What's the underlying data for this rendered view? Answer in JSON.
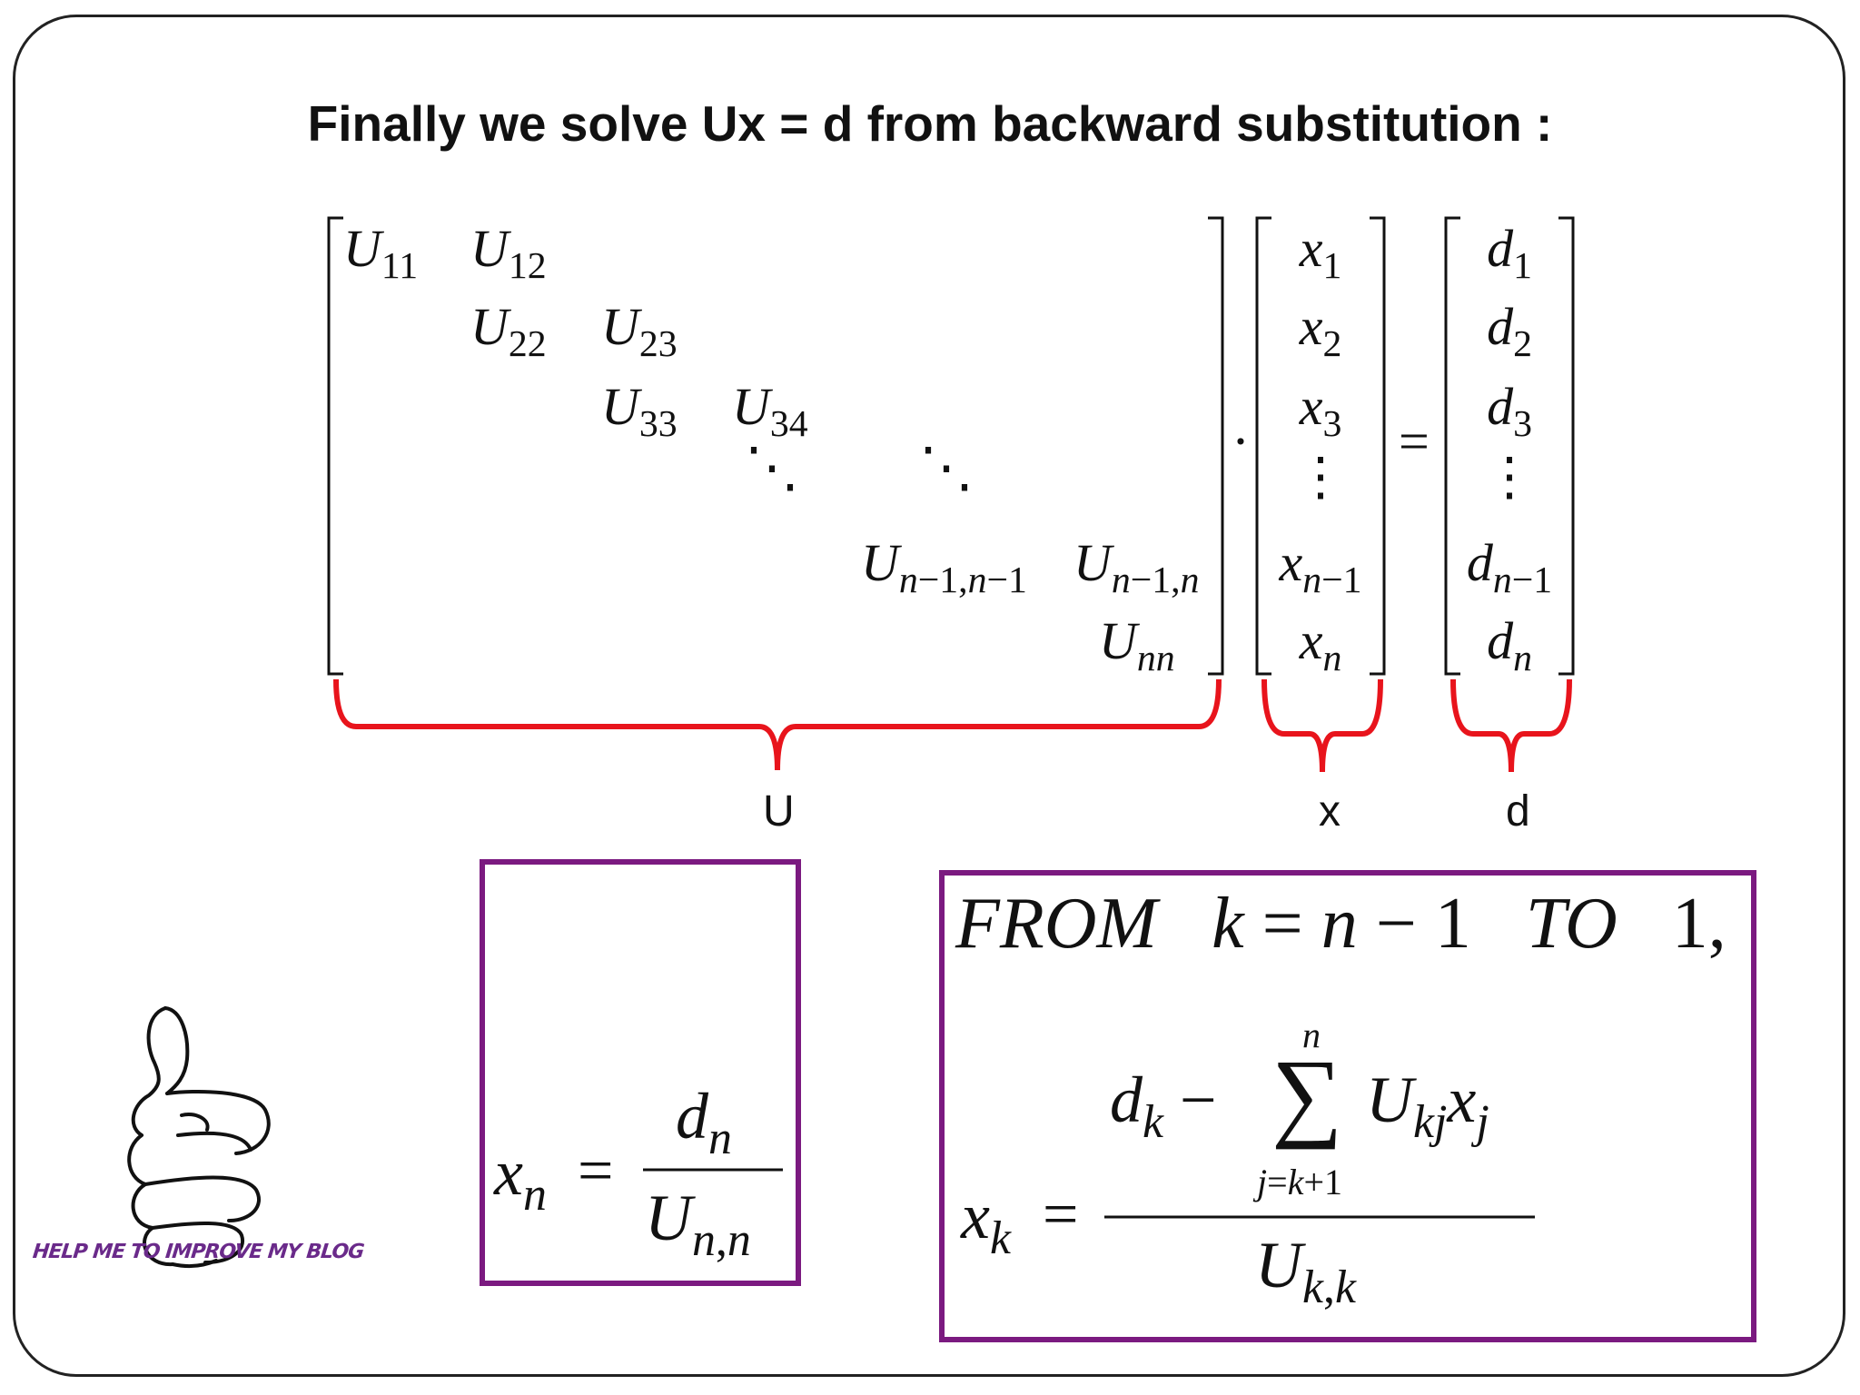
{
  "title": "Finally we solve Ux = d from backward substitution :",
  "matrix_U": {
    "rows": [
      [
        "U11",
        "U12"
      ],
      [
        "U22",
        "U23"
      ],
      [
        "U33",
        "U34"
      ],
      [
        "Un-1,n-1",
        "Un-1,n"
      ],
      [
        "Unn"
      ]
    ]
  },
  "vector_x": [
    "x1",
    "x2",
    "x3",
    "⋮",
    "xn-1",
    "xn"
  ],
  "vector_d": [
    "d1",
    "d2",
    "d3",
    "⋮",
    "dn-1",
    "dn"
  ],
  "operators": {
    "dot": "·",
    "equals": "="
  },
  "brace_labels": {
    "U": "U",
    "x": "x",
    "d": "d"
  },
  "box_left": {
    "formula": "xn = dn / Un,n"
  },
  "box_right": {
    "line1": "FROM  k = n − 1  TO  1,",
    "formula": "xk = (dk − Σ_{j=k+1}^{n} Ukj xj) / Uk,k"
  },
  "logo": {
    "caption": "HELP ME TO IMPROVE MY BLOG"
  },
  "colors": {
    "brace": "#e8141c",
    "box_border": "#7b1a80",
    "logo_text": "#6a2a8a"
  }
}
